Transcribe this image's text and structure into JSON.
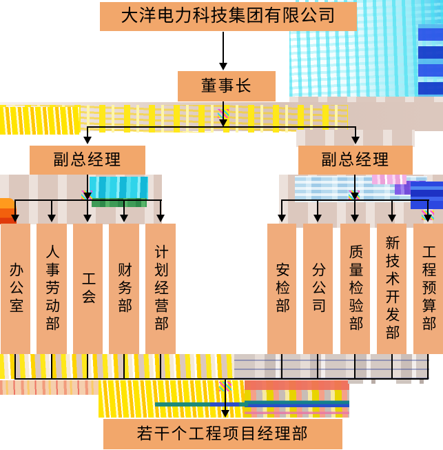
{
  "title": "大洋电力科技集团有限公司",
  "nodes": {
    "chairman": "董事长",
    "deputy_left": "副总经理",
    "deputy_right": "副总经理",
    "project_dept": "若干个工程项目经理部"
  },
  "left_departments": [
    "办公室",
    "人事劳动部",
    "工会",
    "财务部",
    "计划经营部"
  ],
  "right_departments": [
    "安检部",
    "分公司",
    "质量检验部",
    "新技术开发部",
    "工程预算部"
  ],
  "palette": {
    "node_fill": "#F2A76B",
    "node_fill_light": "#F0AC7C",
    "connector": "#000000",
    "corruption_beige": "#DCC8BE",
    "corruption_yellow": "#FFE900",
    "corruption_cyan": "#3FD9EA",
    "corruption_blue": "#2B47E0",
    "corruption_green": "#3F9B57",
    "corruption_salmon": "#F08070",
    "corruption_grey": "#D2C7C1"
  }
}
